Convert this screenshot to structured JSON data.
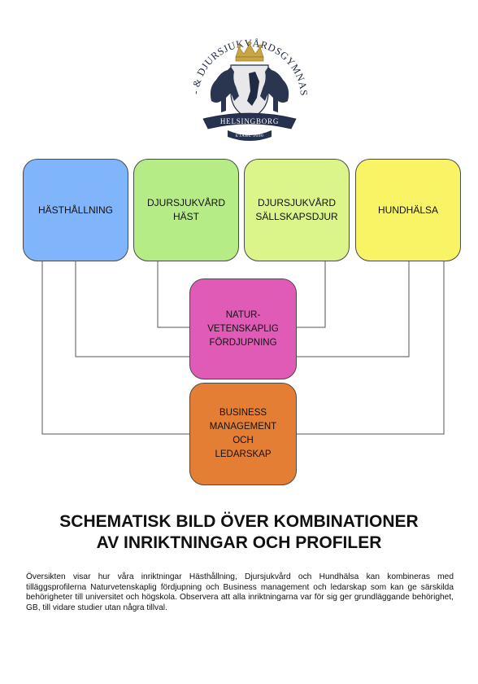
{
  "logo": {
    "arc_text": "RID- & DJURSJUKVÅRDSGYMNASIET",
    "banner_text": "HELSINGBORG",
    "estab_text": "ETABL 2000"
  },
  "programs": [
    {
      "label": "HÄSTHÅLLNING",
      "color": "#80b4fb"
    },
    {
      "label": "DJURSJUKVÅRD\nHÄST",
      "color": "#b6ec86"
    },
    {
      "label": "DJURSJUKVÅRD\nSÄLLSKAPSDJUR",
      "color": "#dbf58a"
    },
    {
      "label": "HUNDHÄLSA",
      "color": "#f9f366"
    }
  ],
  "profiles": [
    {
      "label": "NATUR-\nVETENSKAPLIG\nFÖRDJUPNING",
      "color": "#e05bb6"
    },
    {
      "label": "BUSINESS\nMANAGEMENT\nOCH\nLEDARSKAP",
      "color": "#e57e35"
    }
  ],
  "heading": "SCHEMATISK BILD ÖVER KOMBINATIONER\nAV INRIKTNINGAR OCH PROFILER",
  "description": "Översikten visar hur våra inriktningar Hästhållning, Djursjukvård och Hundhälsa kan kombineras med tilläggsprofilerna Naturvetenskaplig fördjupning och Business management och ledarskap som kan ge särskilda behörigheter till universitet och högskola. Observera att alla inriktningarna var för sig ger grundläggande behörighet, GB, till vidare studier utan några tillval."
}
